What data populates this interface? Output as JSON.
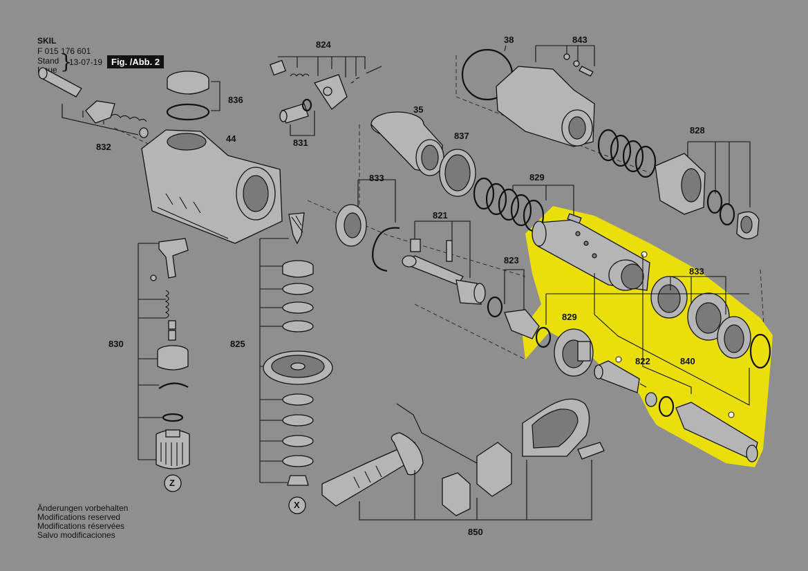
{
  "header": {
    "brand": "SKIL",
    "part_number": "F 015 176 601",
    "stand_label": "Stand",
    "issue_label": "Issue",
    "date": "13-07-19",
    "figure": "Fig. /Abb. 2"
  },
  "part_labels": {
    "p824": "824",
    "p38": "38",
    "p843": "843",
    "p836": "836",
    "p44": "44",
    "p832": "832",
    "p831": "831",
    "p35": "35",
    "p837": "837",
    "p828": "828",
    "p833a": "833",
    "p829a": "829",
    "p821": "821",
    "p823": "823",
    "p833b": "833",
    "p829b": "829",
    "p830": "830",
    "p825": "825",
    "p822": "822",
    "p840": "840",
    "p850": "850",
    "z": "Z",
    "x": "X"
  },
  "notes": [
    "Änderungen vorbehalten",
    "Modifications reserved",
    "Modifications réservées",
    "Salvo modificaciones"
  ],
  "colors": {
    "background": "#8f8f8f",
    "highlight": "#f2e600",
    "line": "#111111",
    "part_fill": "#b5b5b5"
  }
}
